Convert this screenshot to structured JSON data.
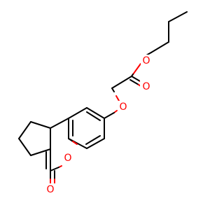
{
  "molecule": {
    "atom_labels": {
      "ester_o_chain": "O",
      "ester_o_carbonyl": "O",
      "ether_o": "O",
      "ring_o": "O",
      "lactone_o_carbonyl": "O"
    }
  },
  "colors": {
    "bond": "#000000",
    "oxygen": "#ff0000",
    "background": "#ffffff"
  }
}
